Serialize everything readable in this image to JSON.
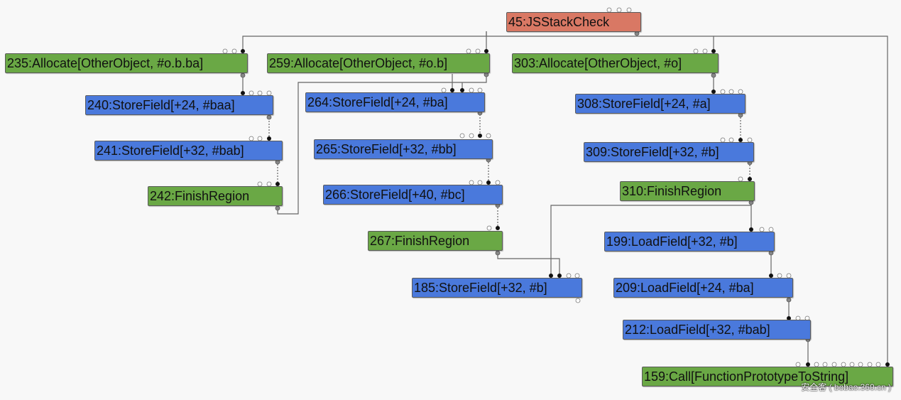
{
  "nodes": {
    "n45": {
      "label": "45:JSStackCheck",
      "color": "red"
    },
    "n235": {
      "label": "235:Allocate[OtherObject, #o.b.ba]",
      "color": "green"
    },
    "n259": {
      "label": "259:Allocate[OtherObject, #o.b]",
      "color": "green"
    },
    "n303": {
      "label": "303:Allocate[OtherObject, #o]",
      "color": "green"
    },
    "n240": {
      "label": "240:StoreField[+24, #baa]",
      "color": "blue"
    },
    "n241": {
      "label": "241:StoreField[+32, #bab]",
      "color": "blue"
    },
    "n242": {
      "label": "242:FinishRegion",
      "color": "green"
    },
    "n264": {
      "label": "264:StoreField[+24, #ba]",
      "color": "blue"
    },
    "n265": {
      "label": "265:StoreField[+32, #bb]",
      "color": "blue"
    },
    "n266": {
      "label": "266:StoreField[+40, #bc]",
      "color": "blue"
    },
    "n267": {
      "label": "267:FinishRegion",
      "color": "green"
    },
    "n185": {
      "label": "185:StoreField[+32, #b]",
      "color": "blue"
    },
    "n308": {
      "label": "308:StoreField[+24, #a]",
      "color": "blue"
    },
    "n309": {
      "label": "309:StoreField[+32, #b]",
      "color": "blue"
    },
    "n310": {
      "label": "310:FinishRegion",
      "color": "green"
    },
    "n199": {
      "label": "199:LoadField[+32, #b]",
      "color": "blue"
    },
    "n209": {
      "label": "209:LoadField[+24, #ba]",
      "color": "blue"
    },
    "n212": {
      "label": "212:LoadField[+32, #bab]",
      "color": "blue"
    },
    "n159": {
      "label": "159:Call[FunctionPrototypeToString]",
      "color": "green"
    }
  },
  "watermark": "安全客 ( bobao.360.cn )",
  "colors": {
    "green": "#6aa845",
    "blue": "#4a79dc",
    "red": "#d97864",
    "edge": "#555555",
    "background": "#f8f8f8"
  }
}
